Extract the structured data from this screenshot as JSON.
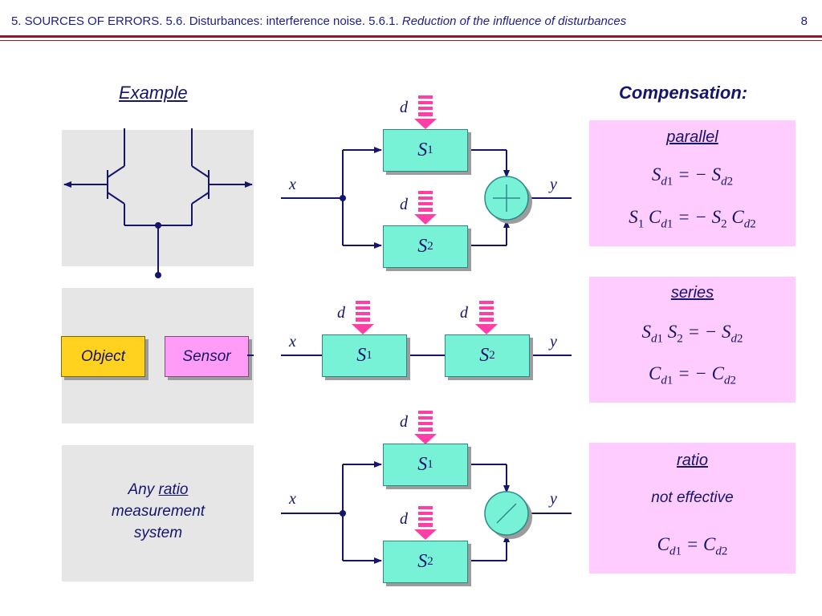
{
  "header": {
    "title_plain": "5. SOURCES OF ERRORS. 5.6. Disturbances: interference noise. 5.6.1. ",
    "title_italic": "Reduction of the influence of disturbances",
    "page": "8"
  },
  "left": {
    "example": "Example",
    "object": "Object",
    "sensor": "Sensor",
    "ratio_any": "Any",
    "ratio_word": "ratio",
    "ratio_rest1": "measurement",
    "ratio_rest2": "system"
  },
  "diagrams": {
    "x": "x",
    "y": "y",
    "d": "d",
    "S": "S",
    "one": "1",
    "two": "2"
  },
  "compensation": {
    "title": "Compensation:",
    "parallel": {
      "title": "parallel",
      "eq1": "S d1 = − S d2",
      "eq2": "S1 C d1 = − S2 C d2"
    },
    "series": {
      "title": "series",
      "eq1": "S d1 S2 = − S d2",
      "eq2": "C d1 = − C d2"
    },
    "ratio": {
      "title": "ratio",
      "note": "not effective",
      "eq": "C d1 = C d2"
    }
  },
  "colors": {
    "ink": "#15156b",
    "block": "#78f2d6",
    "arrow": "#ff3fa6",
    "panel": "#e6e6e6",
    "comp": "#ffccff",
    "rule": "#8b1a2c"
  }
}
